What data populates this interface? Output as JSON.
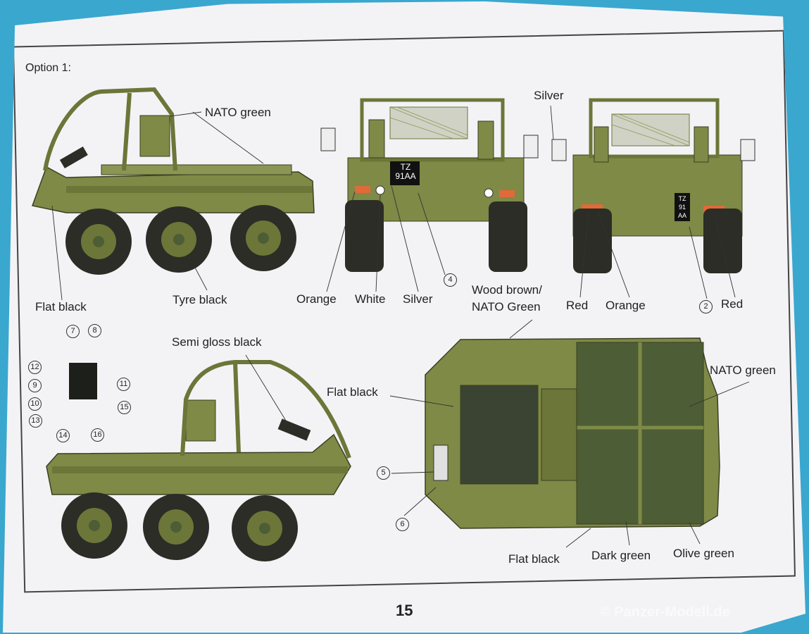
{
  "heading": "Option 1:",
  "page_number": "15",
  "watermark": "© Panzer-Modell.de",
  "labels": {
    "nato_green_top": "NATO green",
    "flat_black_left": "Flat black",
    "tyre_black": "Tyre black",
    "silver_top": "Silver",
    "orange_front": "Orange",
    "white_front": "White",
    "silver_front": "Silver",
    "wood_brown": "Wood brown/",
    "nato_green_wood": "NATO Green",
    "red_rear_left": "Red",
    "orange_rear": "Orange",
    "red_rear_right": "Red",
    "semi_gloss_black": "Semi gloss black",
    "flat_black_top": "Flat black",
    "nato_green_right": "NATO green",
    "flat_black_bottom": "Flat black",
    "dark_green": "Dark green",
    "olive_green": "Olive green"
  },
  "plates": {
    "front_line1": "TZ",
    "front_line2": "91AA",
    "rear_line1": "TZ",
    "rear_line2": "91",
    "rear_line3": "AA"
  },
  "callouts": [
    "2",
    "4",
    "5",
    "6",
    "7",
    "8",
    "9",
    "10",
    "11",
    "12",
    "13",
    "14",
    "15",
    "16"
  ],
  "colors": {
    "nato_green": "#7e8a46",
    "dark_green": "#4d5d35",
    "tyre_black": "#2b2d26",
    "background": "#3aa7cf"
  }
}
